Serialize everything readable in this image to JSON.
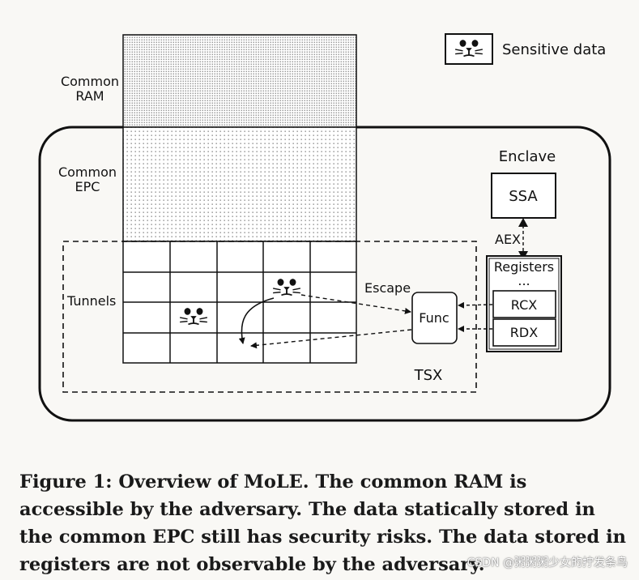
{
  "legend": {
    "label": "Sensitive data",
    "icon": "seal-face-icon"
  },
  "regions": {
    "common_ram": [
      "Common",
      "RAM"
    ],
    "common_epc": [
      "Common",
      "EPC"
    ],
    "enclave": "Enclave",
    "tunnels": "Tunnels",
    "tsx": "TSX"
  },
  "components": {
    "ssa": "SSA",
    "aex": "AEX",
    "registers": "Registers",
    "ellipsis": "...",
    "rcx": "RCX",
    "rdx": "RDX",
    "func": "Func",
    "escape": "Escape"
  },
  "caption": "Figure 1: Overview of MoLE. The common RAM is accessible by the adversary. The data statically stored in the common EPC still has security risks. The data stored in registers are not observable by the adversary.",
  "watermark": "CSDN @粥粥粥少女的拧发条鸟"
}
